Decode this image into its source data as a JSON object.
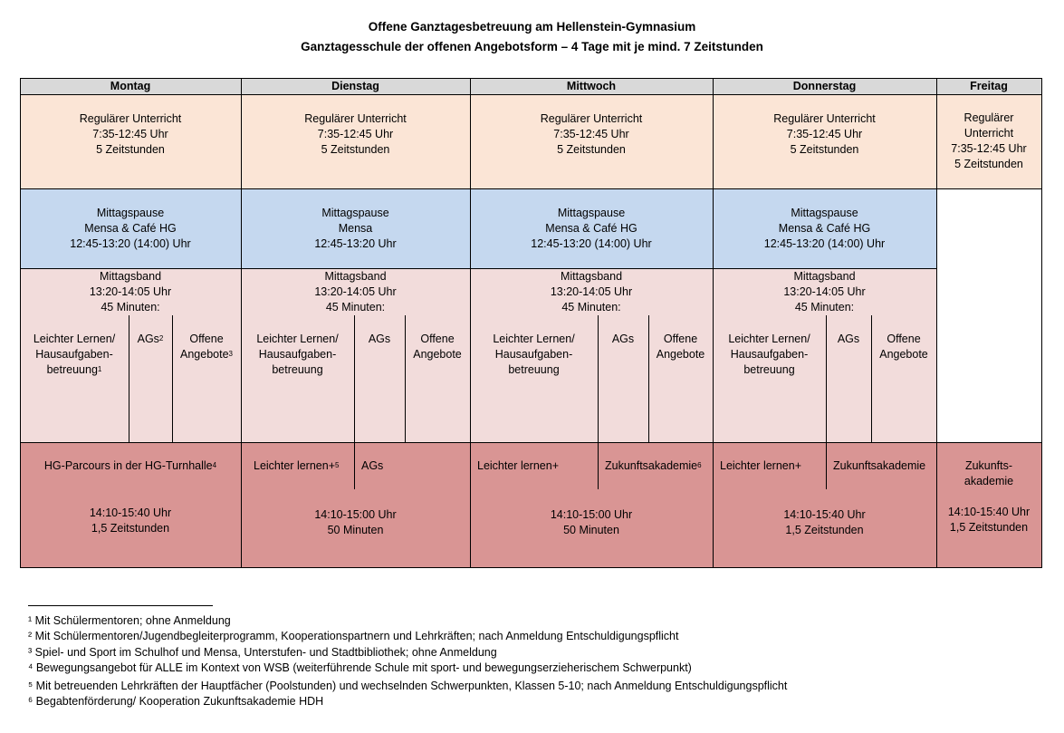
{
  "title_line1": "Offene Ganztagesbetreuung am Hellenstein-Gymnasium",
  "title_line2": "Ganztagesschule der offenen Angebotsform – 4 Tage mit je mind. 7 Zeitstunden",
  "days": [
    "Montag",
    "Dienstag",
    "Mittwoch",
    "Donnerstag",
    "Freitag"
  ],
  "unterricht": "Regulärer Unterricht\n7:35-12:45 Uhr\n5 Zeitstunden",
  "unterricht_fr": "Regulärer\nUnterricht\n7:35-12:45 Uhr\n5 Zeitstunden",
  "mittagspause_mo": "Mittagspause\nMensa & Café HG\n12:45-13:20 (14:00) Uhr",
  "mittagspause_di": "Mittagspause\nMensa\n12:45-13:20 Uhr",
  "mittagspause_mi": "Mittagspause\nMensa & Café HG\n12:45-13:20 (14:00) Uhr",
  "mittagspause_do": "Mittagspause\nMensa & Café HG\n12:45-13:20 (14:00) Uhr",
  "mittagsband": "Mittagsband\n13:20-14:05 Uhr\n45 Minuten:",
  "lernen_mo": "Leichter Lernen/\nHausaufgaben-\nbetreuung",
  "lernen": "Leichter Lernen/\nHausaufgaben-\nbetreuung",
  "ags": "AGs",
  "offene_mo": "Offene\nAngebote",
  "offene": "Offene\nAngebote",
  "sup1": "1",
  "sup2": "2",
  "sup3": "3",
  "sup4": "4",
  "sup5": "5",
  "sup6": "6",
  "mo_nachmittag": "HG-Parcours in der HG-Turnhalle",
  "mo_zeit": "14:10-15:40 Uhr\n1,5 Zeitstunden",
  "di_lernen": "Leichter lernen+",
  "di_ags": "AGs",
  "di_zeit": "14:10-15:00 Uhr\n50 Minuten",
  "mi_lernen": "Leichter lernen+",
  "mi_zukunft": "Zukunftsakademie",
  "mi_zeit": "14:10-15:00 Uhr\n50 Minuten",
  "do_lernen": "Leichter lernen+",
  "do_zukunft": "Zukunftsakademie",
  "do_zeit": "14:10-15:40 Uhr\n1,5 Zeitstunden",
  "fr_zukunft": "Zukunfts-\nakademie",
  "fr_zeit": "14:10-15:40 Uhr\n1,5 Zeitstunden",
  "footnotes": [
    "¹ Mit Schülermentoren; ohne Anmeldung",
    "² Mit Schülermentoren/Jugendbegleiterprogramm, Kooperationspartnern und Lehrkräften; nach Anmeldung Entschuldigungspflicht",
    "³ Spiel- und Sport im Schulhof und Mensa, Unterstufen- und Stadtbibliothek; ohne Anmeldung",
    "⁴ Bewegungsangebot für ALLE im Kontext von WSB (weiterführende Schule mit sport- und bewegungserzieherischem Schwerpunkt)",
    "⁵ Mit betreuenden Lehrkräften der Hauptfächer (Poolstunden) und wechselnden Schwerpunkten, Klassen 5-10; nach Anmeldung Entschuldigungspflicht",
    "⁶ Begabtenförderung/ Kooperation Zukunftsakademie HDH"
  ]
}
